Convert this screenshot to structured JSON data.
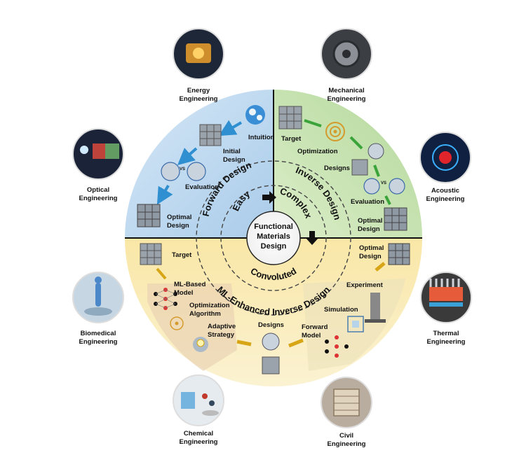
{
  "center": {
    "line1": "Functional",
    "line2": "Materials",
    "line3": "Design"
  },
  "sectors": {
    "forward": {
      "title": "Forward Design",
      "difficulty": "Easy",
      "steps": {
        "intuition": "Intuition",
        "initial1": "Initial",
        "initial2": "Design",
        "vs": "VS",
        "evaluation": "Evaluation",
        "optimal1": "Optimal",
        "optimal2": "Design"
      }
    },
    "inverse": {
      "title": "Inverse Design",
      "difficulty": "Complex",
      "steps": {
        "target": "Target",
        "optimization": "Optimization",
        "designs": "Designs",
        "vs": "VS",
        "evaluation": "Evaluation",
        "optimal1": "Optimal",
        "optimal2": "Design"
      }
    },
    "ml": {
      "title": "ML-Enhanced Inverse Design",
      "difficulty": "Convoluted",
      "steps": {
        "target": "Target",
        "ml1": "ML-Based",
        "ml2": "Model",
        "opt1": "Optimization",
        "opt2": "Algorithm",
        "adaptive1": "Adaptive",
        "adaptive2": "Strategy",
        "designs": "Designs",
        "forward1": "Forward",
        "forward2": "Model",
        "simulation": "Simulation",
        "experiment": "Experiment",
        "optimal1": "Optimal",
        "optimal2": "Design"
      }
    }
  },
  "applications": [
    {
      "id": "energy",
      "line1": "Energy",
      "line2": "Engineering"
    },
    {
      "id": "mechanical",
      "line1": "Mechanical",
      "line2": "Engineering"
    },
    {
      "id": "optical",
      "line1": "Optical",
      "line2": "Engineering"
    },
    {
      "id": "acoustic",
      "line1": "Acoustic",
      "line2": "Engineering"
    },
    {
      "id": "biomedical",
      "line1": "Biomedical",
      "line2": "Engineering"
    },
    {
      "id": "thermal",
      "line1": "Thermal",
      "line2": "Engineering"
    },
    {
      "id": "chemical",
      "line1": "Chemical",
      "line2": "Engineering"
    },
    {
      "id": "civil",
      "line1": "Civil",
      "line2": "Engineering"
    }
  ],
  "colors": {
    "forward": "#b9d6ee",
    "inverse": "#c6e2b0",
    "ml": "#f6df8c",
    "ml_inner": "#e8cfa8",
    "arrow_blue": "#2f8fd0",
    "arrow_green": "#3aa33a",
    "arrow_gold": "#d7a516"
  }
}
